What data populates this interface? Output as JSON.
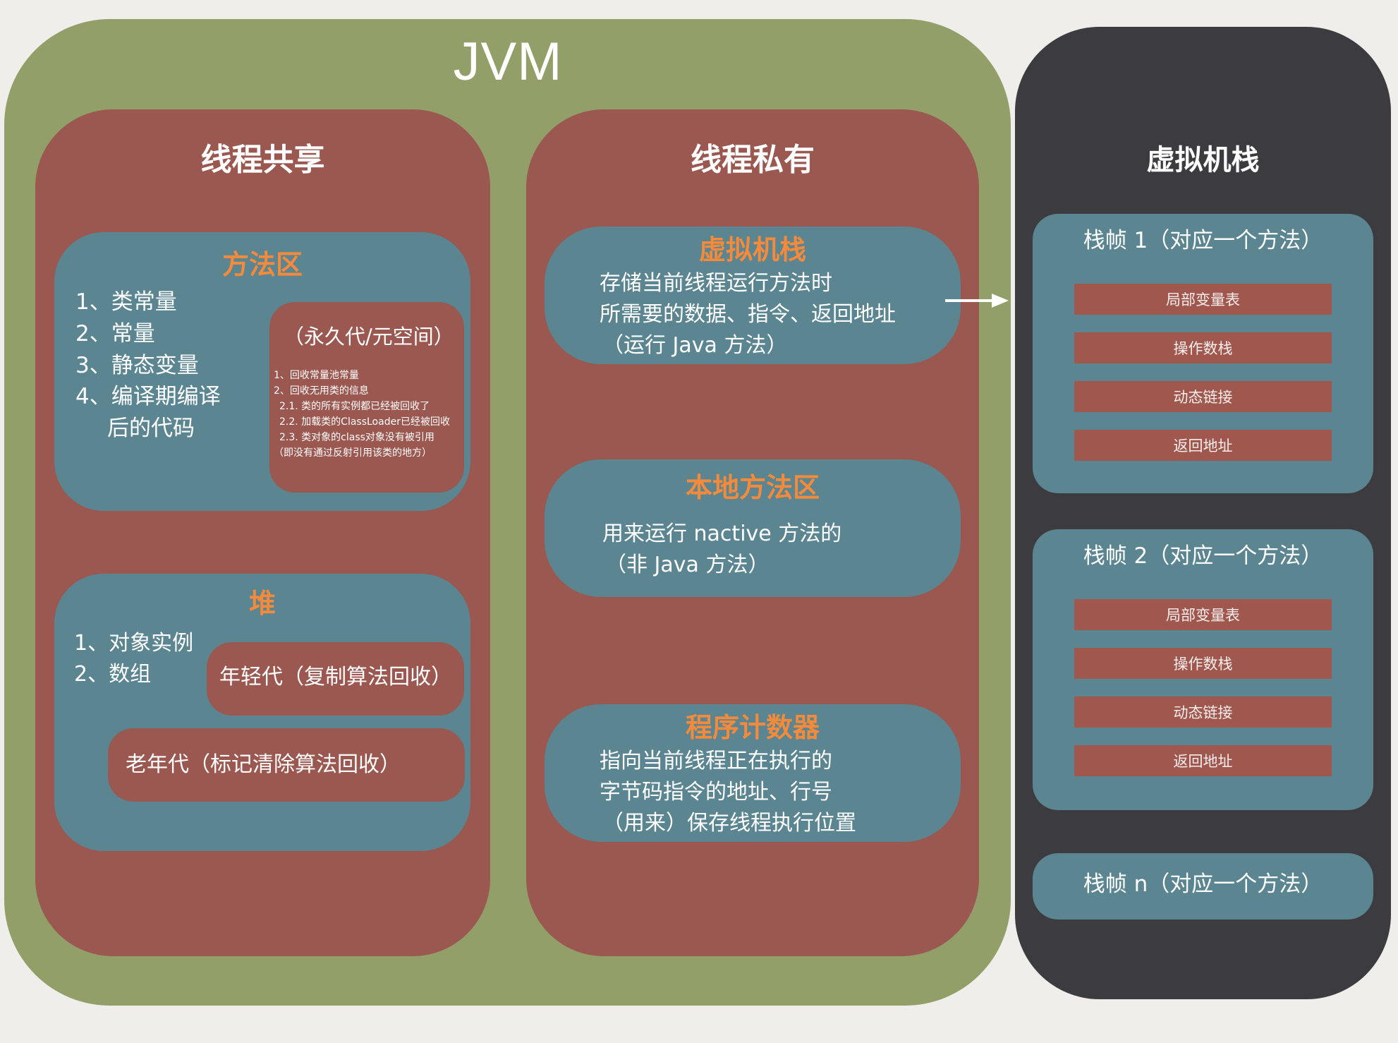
{
  "jvm": {
    "title": "JVM",
    "colors": {
      "background": "#efeeea",
      "jvm_box": "#939f69",
      "region": "#9a5850",
      "area": "#5b8590",
      "stack_column": "#3c3b3f",
      "heading_accent": "#f38a3c",
      "text": "#ffffff"
    }
  },
  "thread_shared": {
    "title": "线程共享",
    "method_area": {
      "title": "方法区",
      "items": [
        "1、类常量",
        "2、常量",
        "3、静态变量",
        "4、编译期编译",
        "后的代码"
      ],
      "permgen": {
        "title": "（永久代/元空间）",
        "notes": [
          "1、回收常量池常量",
          "2、回收无用类的信息",
          "2.1. 类的所有实例都已经被回收了",
          "2.2. 加载类的ClassLoader已经被回收",
          "2.3. 类对象的class对象没有被引用",
          "（即没有通过反射引用该类的地方）"
        ]
      }
    },
    "heap": {
      "title": "堆",
      "items": [
        "1、对象实例",
        "2、数组"
      ],
      "young_gen": "年轻代（复制算法回收）",
      "old_gen": "老年代（标记清除算法回收）"
    }
  },
  "thread_private": {
    "title": "线程私有",
    "vm_stack": {
      "title": "虚拟机栈",
      "lines": [
        "存储当前线程运行方法时",
        "所需要的数据、指令、返回地址",
        "（运行 Java 方法）"
      ]
    },
    "native_method_area": {
      "title": "本地方法区",
      "lines": [
        "用来运行 nactive 方法的",
        "（非 Java 方法）"
      ]
    },
    "program_counter": {
      "title": "程序计数器",
      "lines": [
        "指向当前线程正在执行的",
        "字节码指令的地址、行号",
        "（用来）保存线程执行位置"
      ]
    }
  },
  "vm_stack_detail": {
    "title": "虚拟机栈",
    "arrow_icon": "arrow-right-icon",
    "frames": [
      {
        "title": "栈帧 1（对应一个方法）",
        "parts": [
          "局部变量表",
          "操作数栈",
          "动态链接",
          "返回地址"
        ]
      },
      {
        "title": "栈帧 2（对应一个方法）",
        "parts": [
          "局部变量表",
          "操作数栈",
          "动态链接",
          "返回地址"
        ]
      },
      {
        "title": "栈帧 n（对应一个方法）",
        "parts": []
      }
    ]
  }
}
